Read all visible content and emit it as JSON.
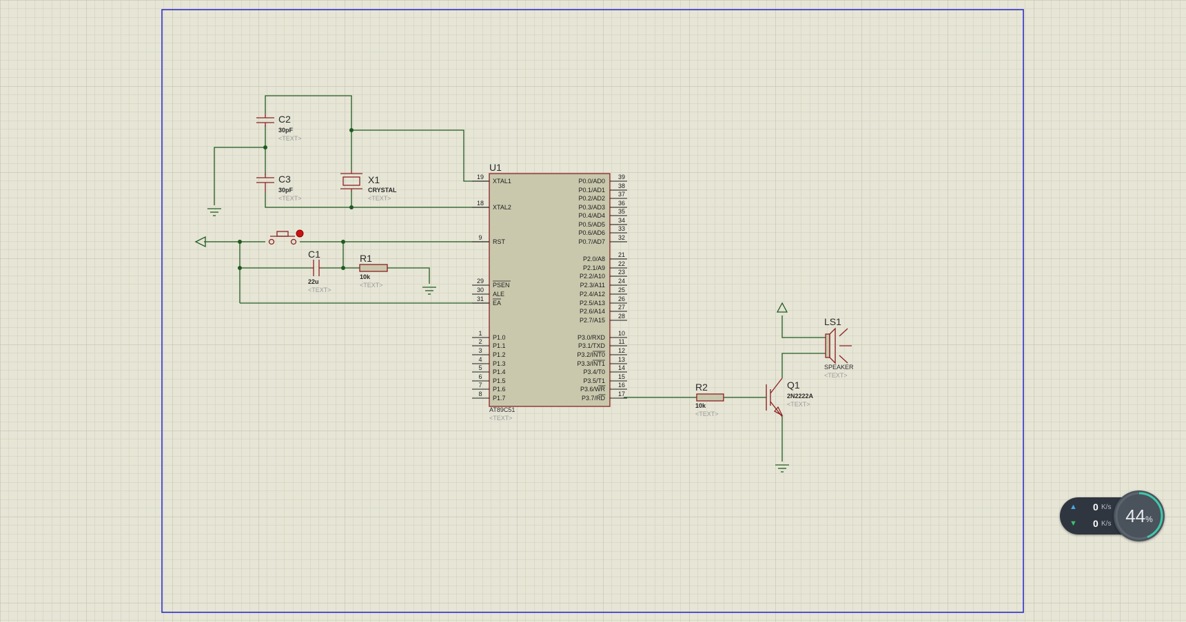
{
  "components": {
    "c2": {
      "ref": "C2",
      "value": "30pF",
      "text": "<TEXT>"
    },
    "c3": {
      "ref": "C3",
      "value": "30pF",
      "text": "<TEXT>"
    },
    "x1": {
      "ref": "X1",
      "value": "CRYSTAL",
      "text": "<TEXT>"
    },
    "c1": {
      "ref": "C1",
      "value": "22u",
      "text": "<TEXT>"
    },
    "r1": {
      "ref": "R1",
      "value": "10k",
      "text": "<TEXT>"
    },
    "r2": {
      "ref": "R2",
      "value": "10k",
      "text": "<TEXT>"
    },
    "q1": {
      "ref": "Q1",
      "value": "2N2222A",
      "text": "<TEXT>"
    },
    "ls1": {
      "ref": "LS1",
      "value": "SPEAKER",
      "text": "<TEXT>"
    },
    "u1": {
      "ref": "U1",
      "value": "AT89C51",
      "text": "<TEXT>"
    }
  },
  "u1_left_pins": [
    {
      "num": "19",
      "name": "XTAL1"
    },
    {
      "num": "18",
      "name": "XTAL2"
    },
    {
      "num": "9",
      "name": "RST"
    },
    {
      "num": "29",
      "name": "PSEN"
    },
    {
      "num": "30",
      "name": "ALE"
    },
    {
      "num": "31",
      "name": "EA"
    },
    {
      "num": "1",
      "name": "P1.0"
    },
    {
      "num": "2",
      "name": "P1.1"
    },
    {
      "num": "3",
      "name": "P1.2"
    },
    {
      "num": "4",
      "name": "P1.3"
    },
    {
      "num": "5",
      "name": "P1.4"
    },
    {
      "num": "6",
      "name": "P1.5"
    },
    {
      "num": "7",
      "name": "P1.6"
    },
    {
      "num": "8",
      "name": "P1.7"
    }
  ],
  "u1_right_pins": [
    {
      "num": "39",
      "name": "P0.0/AD0"
    },
    {
      "num": "38",
      "name": "P0.1/AD1"
    },
    {
      "num": "37",
      "name": "P0.2/AD2"
    },
    {
      "num": "36",
      "name": "P0.3/AD3"
    },
    {
      "num": "35",
      "name": "P0.4/AD4"
    },
    {
      "num": "34",
      "name": "P0.5/AD5"
    },
    {
      "num": "33",
      "name": "P0.6/AD6"
    },
    {
      "num": "32",
      "name": "P0.7/AD7"
    },
    {
      "num": "21",
      "name": "P2.0/A8"
    },
    {
      "num": "22",
      "name": "P2.1/A9"
    },
    {
      "num": "23",
      "name": "P2.2/A10"
    },
    {
      "num": "24",
      "name": "P2.3/A11"
    },
    {
      "num": "25",
      "name": "P2.4/A12"
    },
    {
      "num": "26",
      "name": "P2.5/A13"
    },
    {
      "num": "27",
      "name": "P2.6/A14"
    },
    {
      "num": "28",
      "name": "P2.7/A15"
    },
    {
      "num": "10",
      "name": "P3.0/RXD"
    },
    {
      "num": "11",
      "name": "P3.1/TXD"
    },
    {
      "num": "12",
      "name": "P3.2/INT0"
    },
    {
      "num": "13",
      "name": "P3.3/INT1"
    },
    {
      "num": "14",
      "name": "P3.4/T0"
    },
    {
      "num": "15",
      "name": "P3.5/T1"
    },
    {
      "num": "16",
      "name": "P3.6/WR"
    },
    {
      "num": "17",
      "name": "P3.7/RD"
    }
  ],
  "net_meter": {
    "upload_value": "0",
    "upload_unit": "K/s",
    "download_value": "0",
    "download_unit": "K/s",
    "cpu_percent": 44,
    "cpu_percent_label": "44",
    "cpu_unit": "%"
  },
  "colors": {
    "background": "#e6e5d6",
    "grid_minor": "#cfceba",
    "grid_major": "#bdbca5",
    "frame": "#2222cc",
    "wire": "#1f5a1f",
    "component": "#8b2020",
    "body_fill": "#c9c8ad"
  }
}
